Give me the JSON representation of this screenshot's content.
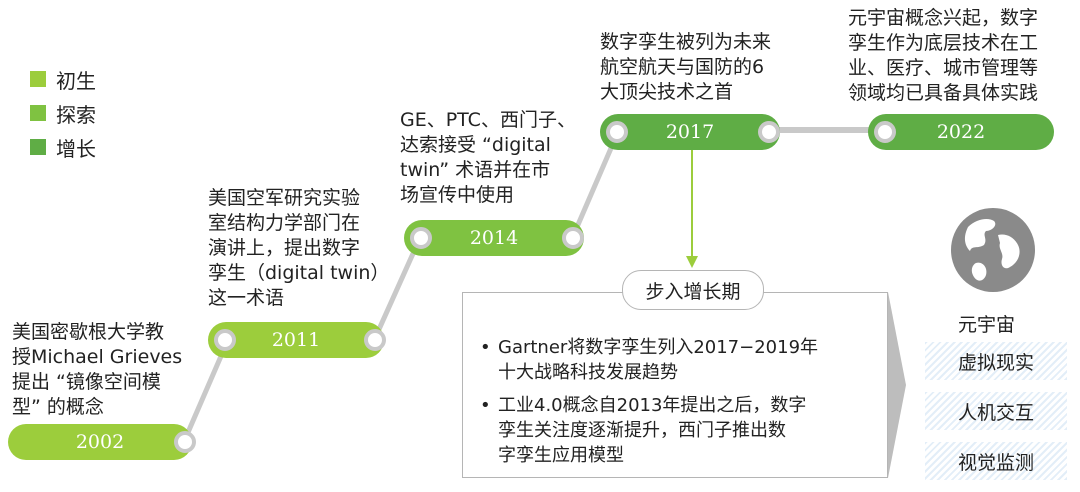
{
  "colors": {
    "stage_initial": "#9ccd3c",
    "stage_explore": "#7fc241",
    "stage_growth": "#5fad45",
    "connector": "#c9c9c9",
    "arrow_gray": "#bdbdbd",
    "globe": "#8a8a8a"
  },
  "legend": [
    {
      "label": "初生",
      "color": "#9ccd3c"
    },
    {
      "label": "探索",
      "color": "#7fc241"
    },
    {
      "label": "增长",
      "color": "#5fad45"
    }
  ],
  "milestones": [
    {
      "year": "2002",
      "text": [
        "美国密歇根大学教",
        "授Michael Grieves",
        "提出 “镜像空间模",
        "型” 的概念"
      ]
    },
    {
      "year": "2011",
      "text": [
        "美国空军研究实验",
        "室结构力学部门在",
        "演讲上，提出数字",
        "孪生（digital twin）",
        "这一术语"
      ]
    },
    {
      "year": "2014",
      "text": [
        "GE、PTC、西门子、",
        "达索接受 “digital",
        "twin” 术语并在市",
        "场宣传中使用"
      ]
    },
    {
      "year": "2017",
      "text": [
        "数字孪生被列为未来",
        "航空航天与国防的6",
        "大顶尖技术之首"
      ]
    },
    {
      "year": "2022",
      "text": [
        "元宇宙概念兴起，数字",
        "孪生作为底层技术在工",
        "业、医疗、城市管理等",
        "领域均已具备具体实践"
      ]
    }
  ],
  "callout": {
    "title": "步入增长期",
    "bullets": [
      {
        "lines": [
          "Gartner将数字孪生列入2017−2019年",
          "十大战略科技发展趋势"
        ]
      },
      {
        "lines": [
          "工业4.0概念自2013年提出之后，数字",
          "孪生关注度逐渐提升，西门子推出数",
          "字孪生应用模型"
        ]
      }
    ]
  },
  "metaverse": {
    "title": "元宇宙",
    "icon": "globe-icon",
    "items": [
      "虚拟现实",
      "人机交互",
      "视觉监测"
    ]
  }
}
